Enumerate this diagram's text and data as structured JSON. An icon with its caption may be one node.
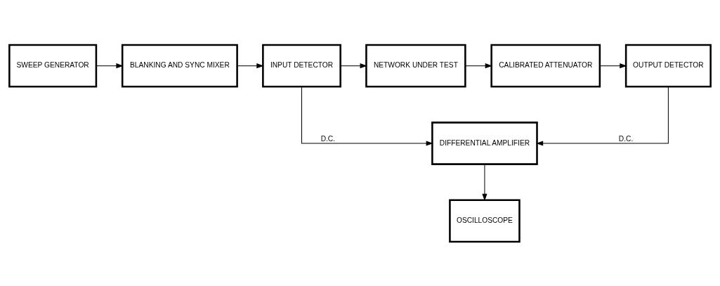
{
  "diagram": {
    "nodes": [
      {
        "text": [
          "SWEEP GENERATOR"
        ]
      },
      {
        "text": [
          "BLANKING AND SYNC MIXER"
        ]
      },
      {
        "text": [
          "INPUT DETECTOR"
        ]
      },
      {
        "text": [
          "NETWORK UNDER TEST"
        ]
      },
      {
        "text": [
          "CALIBRATED ATTENUATOR"
        ]
      },
      {
        "text": [
          "OUTPUT DETECTOR"
        ]
      },
      {
        "text": [
          "DIFFERENTIAL AMPLIFIER"
        ]
      },
      {
        "text": [
          "OSCILLOSCOPE"
        ]
      }
    ],
    "edges": [
      {
        "from": 0,
        "to": 1,
        "arrow": "to"
      },
      {
        "from": 1,
        "to": 2,
        "arrow": "to"
      },
      {
        "from": 2,
        "to": 3,
        "arrow": "to"
      },
      {
        "from": 3,
        "to": 4,
        "arrow": "to"
      },
      {
        "from": 4,
        "to": 5,
        "arrow": "to"
      },
      {
        "from": 2,
        "to": 6,
        "arrow": "to",
        "label": "D.C."
      },
      {
        "from": 5,
        "to": 6,
        "arrow": "to",
        "label": "D.C."
      },
      {
        "from": 6,
        "to": 7,
        "arrow": "to"
      }
    ]
  }
}
